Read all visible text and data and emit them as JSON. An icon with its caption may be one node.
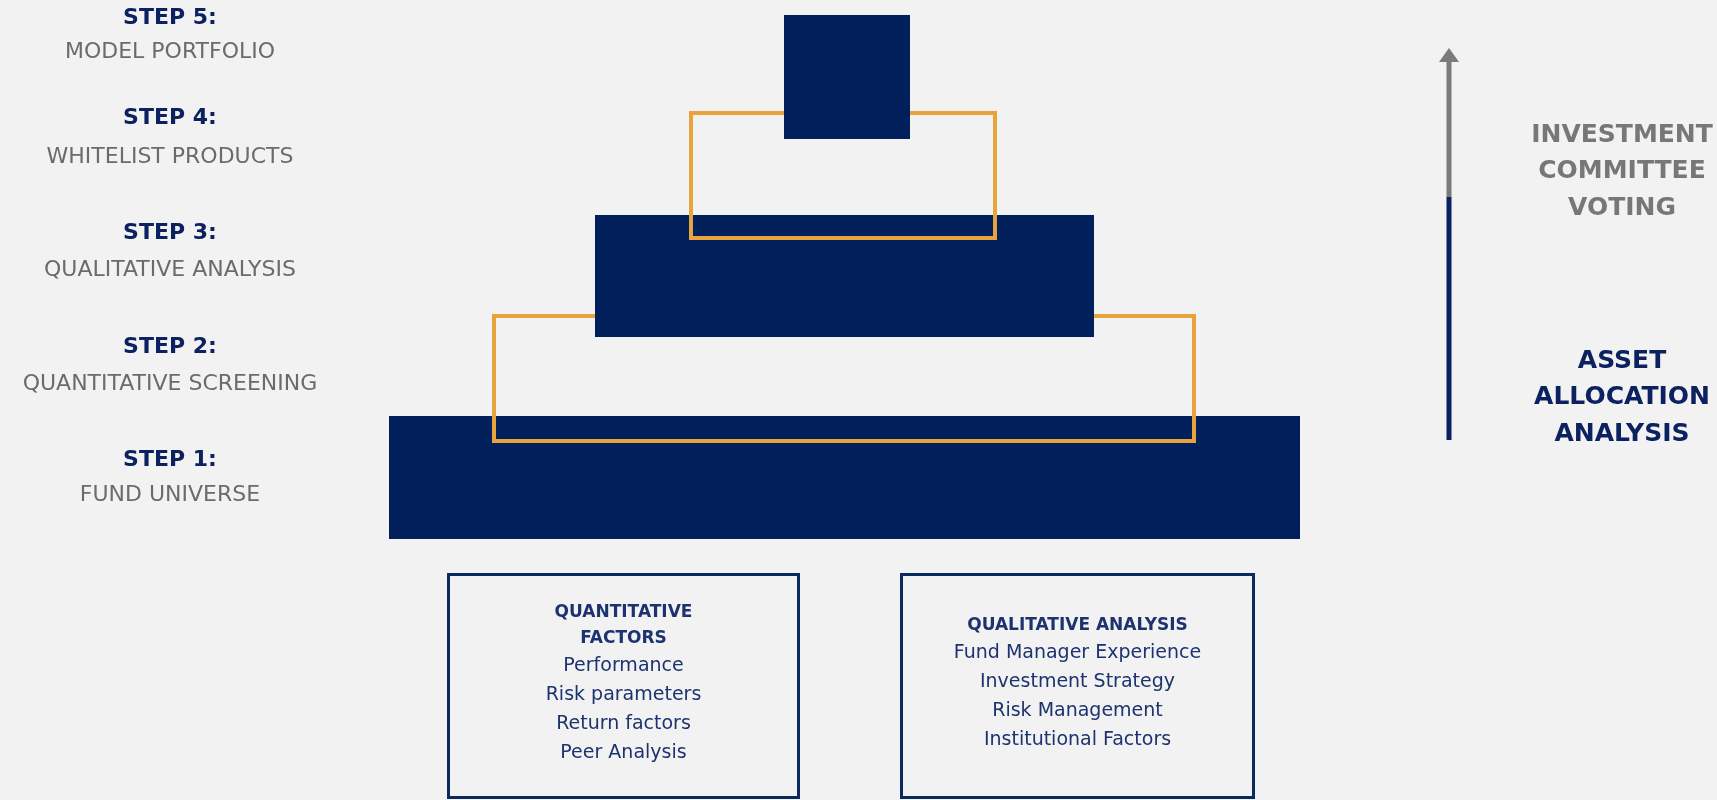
{
  "diagram": {
    "nodes": [
      {
        "text": [
          "QUANTITATIVE FACTORS",
          "Performance",
          "Risk parameters",
          "Return factors",
          "Peer Analysis"
        ]
      },
      {
        "text": [
          "QUALITATIVE ANALYSIS",
          "Fund Manager Experience",
          "Investment Strategy",
          "Risk Management",
          "Institutional Factors"
        ]
      }
    ],
    "labels": [
      "STEP 5:",
      "MODEL PORTFOLIO",
      "STEP 4:",
      "WHITELIST PRODUCTS",
      "STEP 3:",
      "QUALITATIVE ANALYSIS",
      "STEP 2:",
      "QUANTITATIVE SCREENING",
      "STEP 1:",
      "FUND UNIVERSE",
      "INVESTMENT COMMITTEE VOTING",
      "ASSET ALLOCATION ANALYSIS"
    ]
  }
}
